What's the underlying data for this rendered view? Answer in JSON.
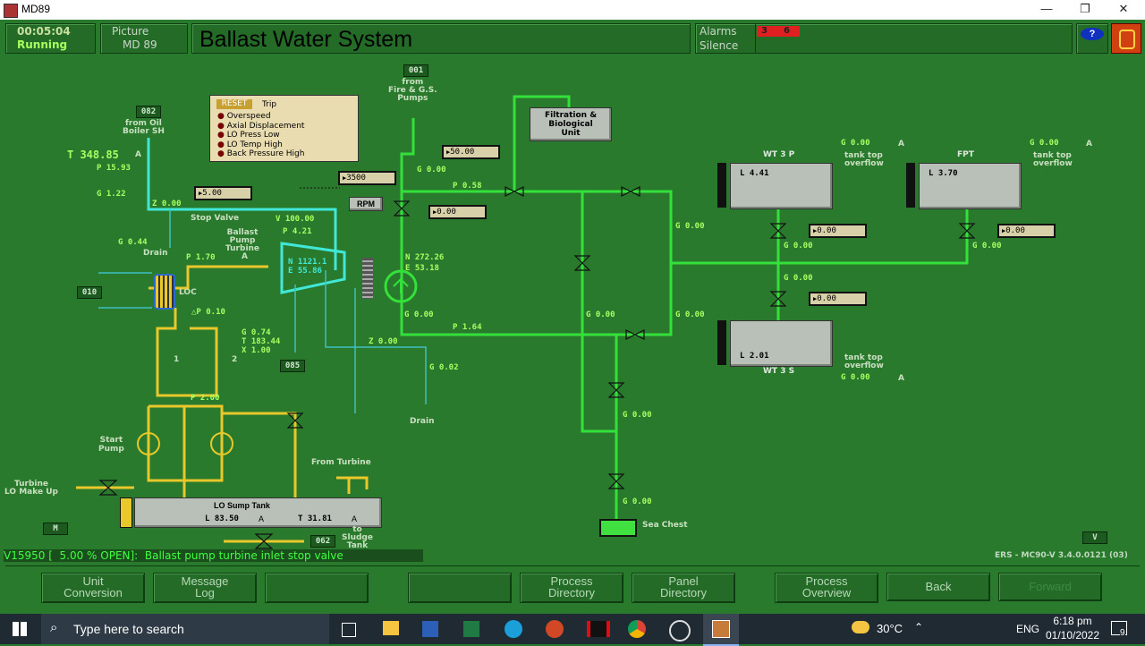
{
  "window": {
    "title": "MD89",
    "min": "—",
    "restore": "❐",
    "close": "✕"
  },
  "header": {
    "time": "00:05:04",
    "state": "Running",
    "picture_label": "Picture",
    "picture_id": "MD  89",
    "title": "Ballast Water System",
    "alarms_label": "Alarms",
    "silence_label": "Silence",
    "alarm_count_a": "3",
    "alarm_count_b": "6",
    "help": "?"
  },
  "trip_panel": {
    "reset": "RESET",
    "trip": "Trip",
    "items": [
      "Overspeed",
      "Axial Displacement",
      "LO Press Low",
      "LO Temp High",
      "Back Pressure High"
    ]
  },
  "diagram": {
    "tags": {
      "t082": "082",
      "t001": "001",
      "t010": "010",
      "t085": "085",
      "t062": "062",
      "t_m": "M",
      "t_v": "V"
    },
    "labels": {
      "from_oil_boiler": "from Oil\nBoiler SH",
      "from_fire": "from\nFire & G.S.\nPumps",
      "stop_valve": "Stop Valve",
      "ballast_pump_turbine": "Ballast\nPump\nTurbine",
      "drain1": "Drain",
      "drain2": "Drain",
      "loc": "LOC",
      "start_pump": "Start\nPump",
      "turbine_lo": "Turbine\nLO Make Up",
      "from_turbine": "From Turbine",
      "to_sludge": "to\nSludge\nTank",
      "lo_sump": "LO Sump Tank",
      "filtration": "Filtration &\nBiological\nUnit",
      "rpm": "RPM",
      "sea_chest": "Sea Chest",
      "wt3p": "WT 3 P",
      "fpt": "FPT",
      "wt3s": "WT 3 S",
      "overflow1": "tank top\noverflow",
      "overflow2": "tank top\noverflow",
      "overflow3": "tank top\noverflow",
      "a1": "A",
      "a2": "A",
      "a3": "A",
      "a4": "A",
      "a5": "A",
      "a6": "A",
      "a7": "A",
      "num1": "1",
      "num2": "2"
    },
    "values": {
      "T_main": "T 348.85",
      "P_main": "P 15.93",
      "G_122": "G 1.22",
      "Z_000": "Z 0.00",
      "G_044": "G 0.44",
      "V_100": "V 100.00",
      "P_421": "P 4.21",
      "P_170": "P 1.70",
      "dP_010": "△P 0.10",
      "G_074": "G 0.74",
      "T_183": "T 183.44",
      "X_100": "X 1.00",
      "Z2_000": "Z 0.00",
      "G_002": "G 0.02",
      "P_200": "P 2.00",
      "N_1121": "N 1121.1",
      "E_5586": "E 55.86",
      "N_272": "N 272.26",
      "E_5318": "E 53.18",
      "G_000a": "G 0.00",
      "P_058": "P 0.58",
      "G_000b": "G 0.00",
      "P_164": "P 1.64",
      "G_000c": "G 0.00",
      "G_000d": "G 0.00",
      "G_000e": "G 0.00",
      "G_000f": "G 0.00",
      "G_000g": "G 0.00",
      "G_000h": "G 0.00",
      "G_000i": "G 0.00",
      "G_000j": "G 0.00",
      "G_000k": "G 0.00",
      "G_000l": "G 0.00",
      "G_000m": "G 0.00",
      "L_441": "L 4.41",
      "L_370": "L 3.70",
      "L_201": "L 2.01",
      "L_sump": "L 83.50",
      "T_sump": "T 31.81"
    },
    "setpoints": {
      "sp_500": "5.00",
      "sp_3500": "3500",
      "sp_5000": "50.00",
      "sp_000a": "0.00",
      "sp_000b": "0.00",
      "sp_000c": "0.00",
      "sp_000d": "0.00"
    }
  },
  "status": {
    "message": "V15950 [  5.00 % OPEN]:  Ballast pump turbine inlet stop valve",
    "version": "ERS - MC90-V 3.4.0.0121 (03)"
  },
  "footer_buttons": [
    "Unit\nConversion",
    "Message\nLog",
    "",
    "",
    "Process\nDirectory",
    "Panel\nDirectory",
    "Process\nOverview",
    "Back",
    "Forward"
  ],
  "taskbar": {
    "search": "Type here to search",
    "temp": "30°C",
    "lang": "ENG",
    "time": "6:18 pm",
    "date": "01/10/2022",
    "notif": "9"
  }
}
